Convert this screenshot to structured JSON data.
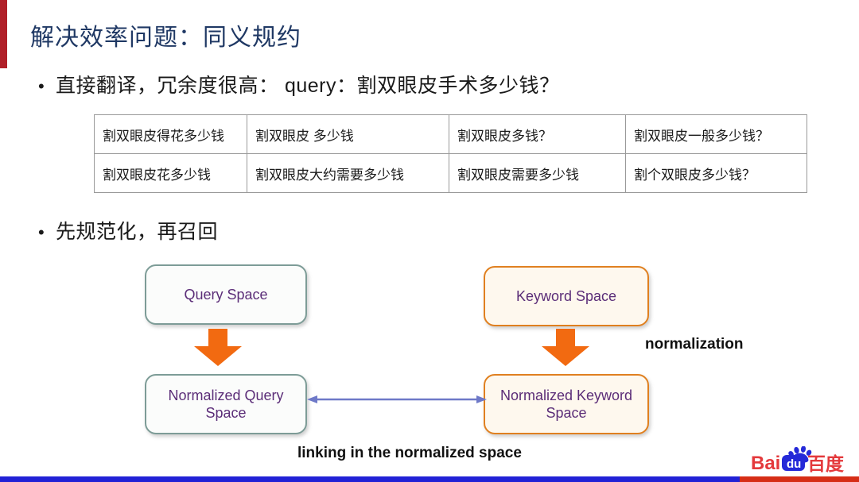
{
  "slide": {
    "title": "解决效率问题：同义规约",
    "accent_color_left": "#B01F28",
    "footer_blue": "#2121D6",
    "footer_red": "#D62D16",
    "title_color": "#1F3864"
  },
  "bullets": [
    {
      "marker": "•",
      "text": "直接翻译，冗余度很高： query：割双眼皮手术多少钱？"
    },
    {
      "marker": "•",
      "text": "先规范化，再召回"
    }
  ],
  "table": {
    "rows": [
      [
        "割双眼皮得花多少钱",
        "割双眼皮 多少钱",
        "割双眼皮多钱？",
        "割双眼皮一般多少钱？"
      ],
      [
        "割双眼皮花多少钱",
        "割双眼皮大约需要多少钱",
        "割双眼皮需要多少钱",
        "割个双眼皮多少钱？"
      ]
    ]
  },
  "diagram": {
    "nodes": {
      "query_space": "Query  Space",
      "keyword_space": "Keyword Space",
      "normalized_query_space": "Normalized Query Space",
      "normalized_keyword_space": "Normalized Keyword Space"
    },
    "labels": {
      "normalization": "normalization",
      "linking": "linking in the normalized space"
    },
    "colors": {
      "teal_border": "#7D9C97",
      "orange_border": "#E08020",
      "node_text": "#5B2D78",
      "arrow_orange": "#F26A11",
      "arrow_blue": "#6E79C8"
    }
  },
  "logo": {
    "bai": "Bai",
    "du": "du",
    "hanzi": "百度",
    "red": "#E4393C",
    "blue": "#2529D8"
  }
}
